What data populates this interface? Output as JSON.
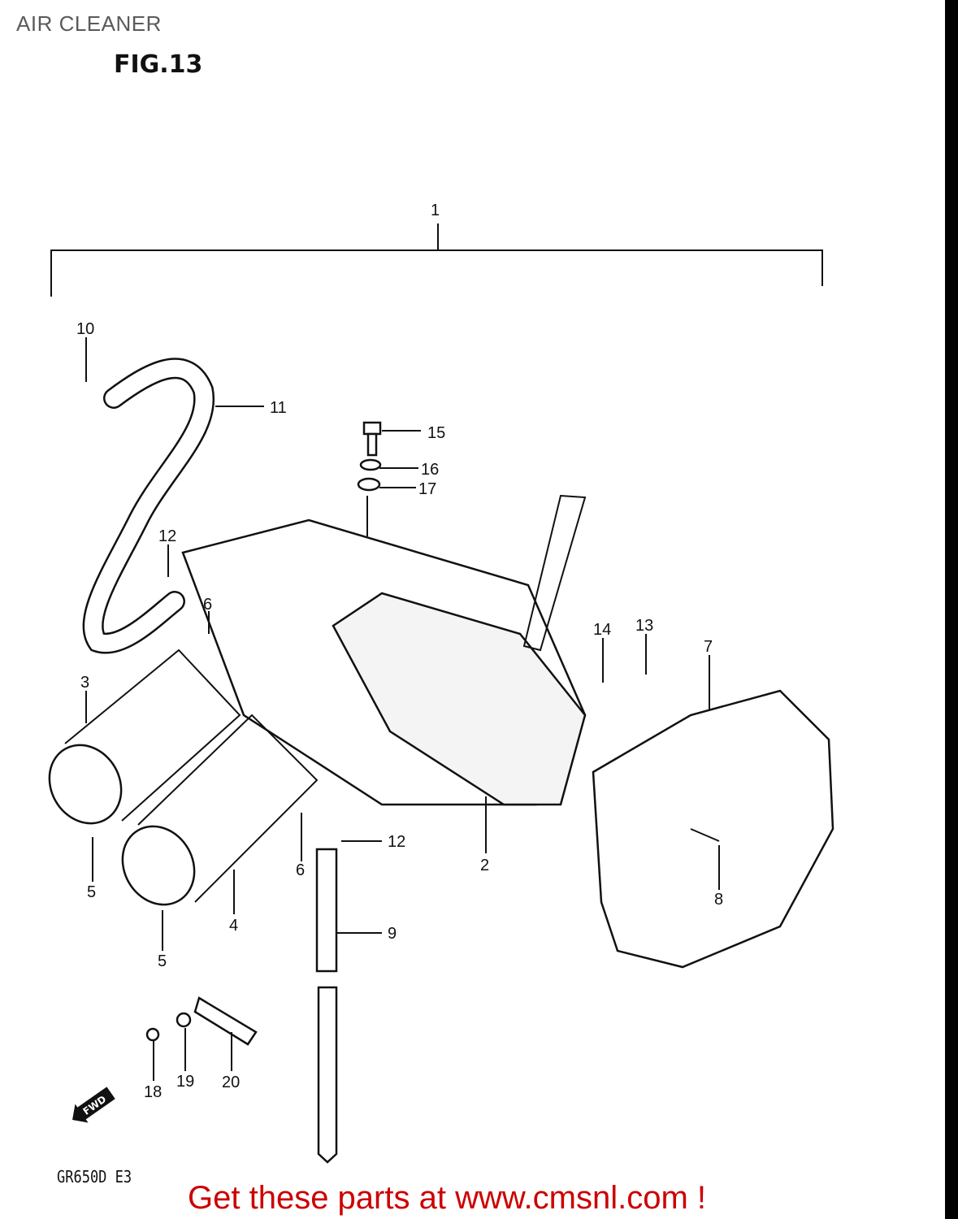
{
  "header": {
    "section_title": "AIR CLEANER",
    "figure_label": "FIG.13"
  },
  "diagram": {
    "callouts": [
      "1",
      "2",
      "3",
      "4",
      "5",
      "5",
      "6",
      "6",
      "7",
      "8",
      "9",
      "10",
      "11",
      "12",
      "12",
      "13",
      "14",
      "15",
      "16",
      "17",
      "18",
      "19",
      "20"
    ],
    "fwd_label": "FWD"
  },
  "footer": {
    "model_code": "GR650D E3",
    "promo_text": "Get these parts at www.cmsnl.com !"
  },
  "colors": {
    "promo": "#cc0000",
    "title": "#5a5a5a"
  }
}
